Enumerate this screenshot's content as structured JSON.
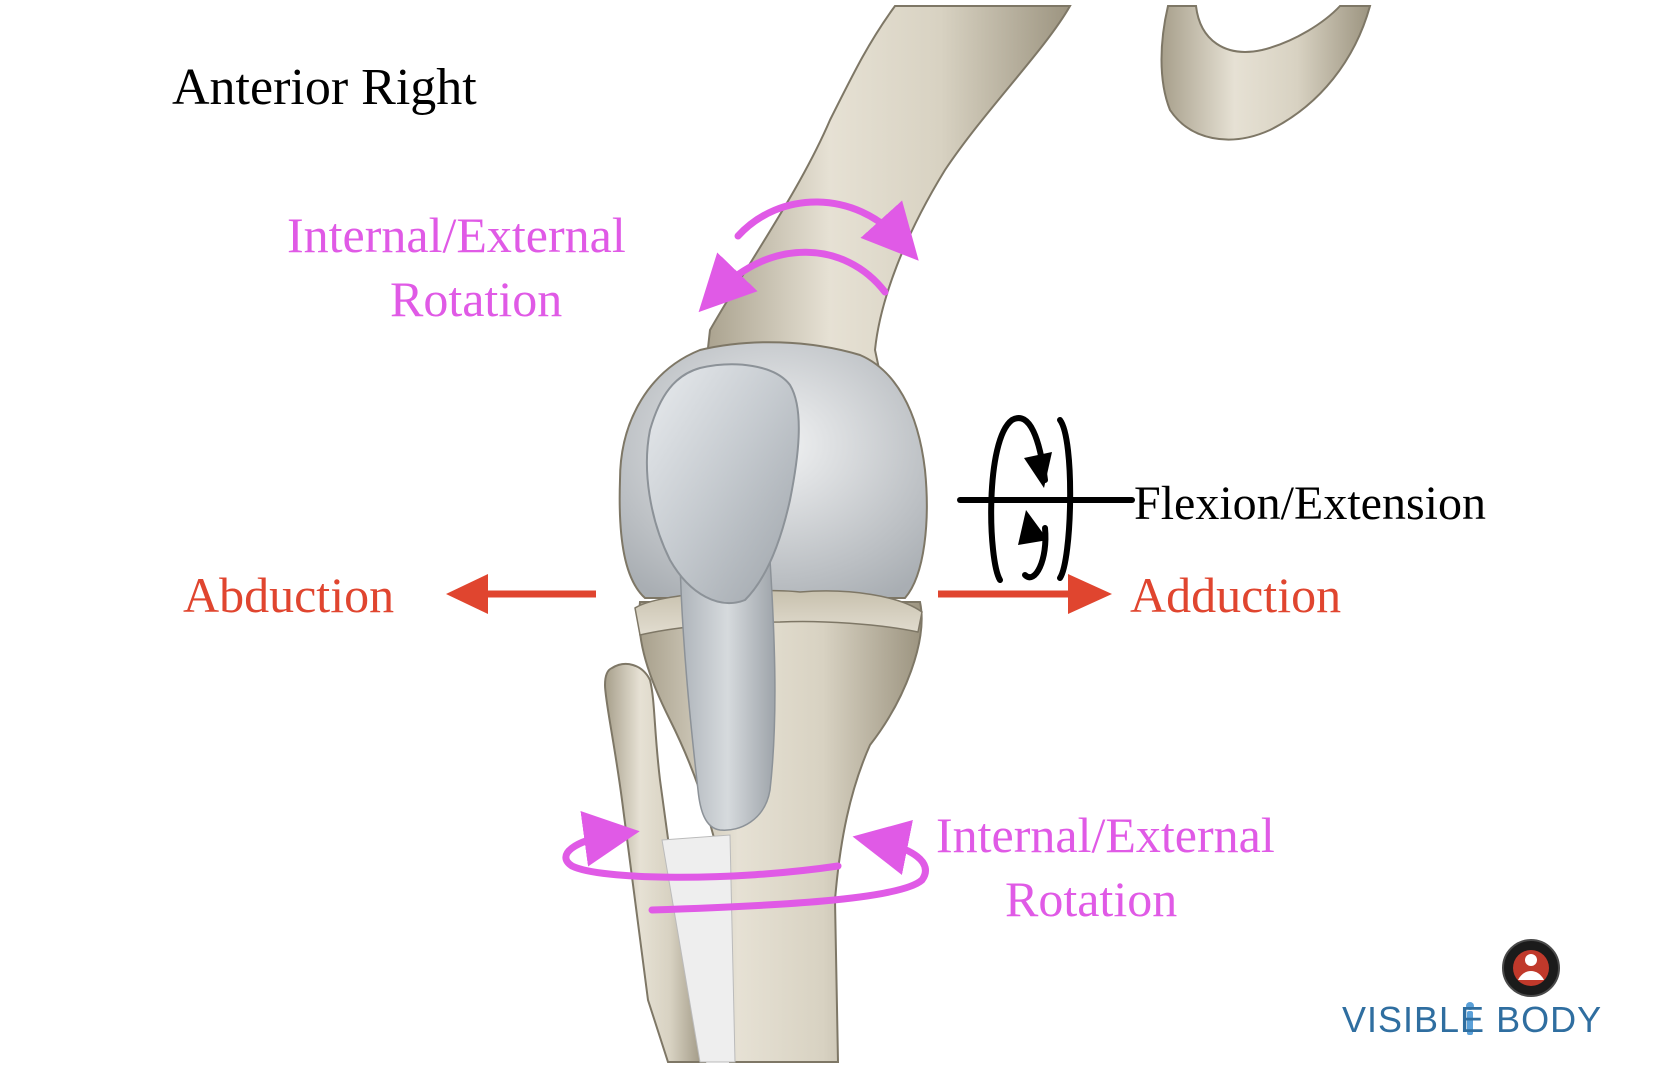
{
  "view": {
    "title": "Anterior Right"
  },
  "motions": {
    "upper_rotation": {
      "line1": "Internal/External",
      "line2": "Rotation"
    },
    "lower_rotation": {
      "line1": "Internal/External",
      "line2": "Rotation"
    },
    "abduction": "Abduction",
    "adduction": "Adduction",
    "flexion_extension": "Flexion/Extension"
  },
  "brand": {
    "name": "VISIBLE BODY"
  },
  "colors": {
    "rotation": "#e05ae6",
    "ab_adduction": "#e0452f",
    "flexion": "#000000",
    "bone": "#d9d3c4",
    "cartilage": "#c9ced3",
    "brand": "#2f6ea0"
  },
  "icons": {
    "upper_rotation": "curved-double-arrow-icon",
    "lower_rotation": "circular-rotation-arrow-icon",
    "flexion": "rotation-axis-icon",
    "abduction": "arrow-left-icon",
    "adduction": "arrow-right-icon",
    "brand": "visible-body-logo-icon"
  }
}
